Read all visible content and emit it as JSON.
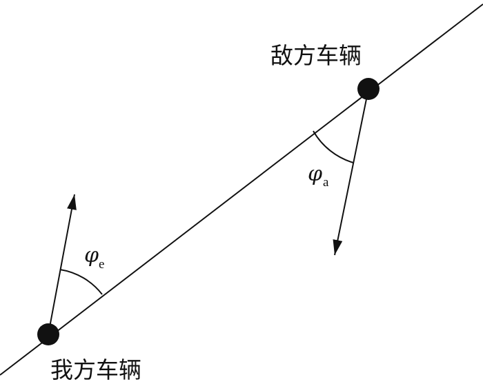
{
  "labels": {
    "enemy_vehicle": "敌方车辆",
    "own_vehicle": "我方车辆",
    "phi": "φ",
    "sub_a": "a",
    "sub_e": "e"
  },
  "colors": {
    "stroke": "#111111",
    "background": "#ffffff"
  }
}
